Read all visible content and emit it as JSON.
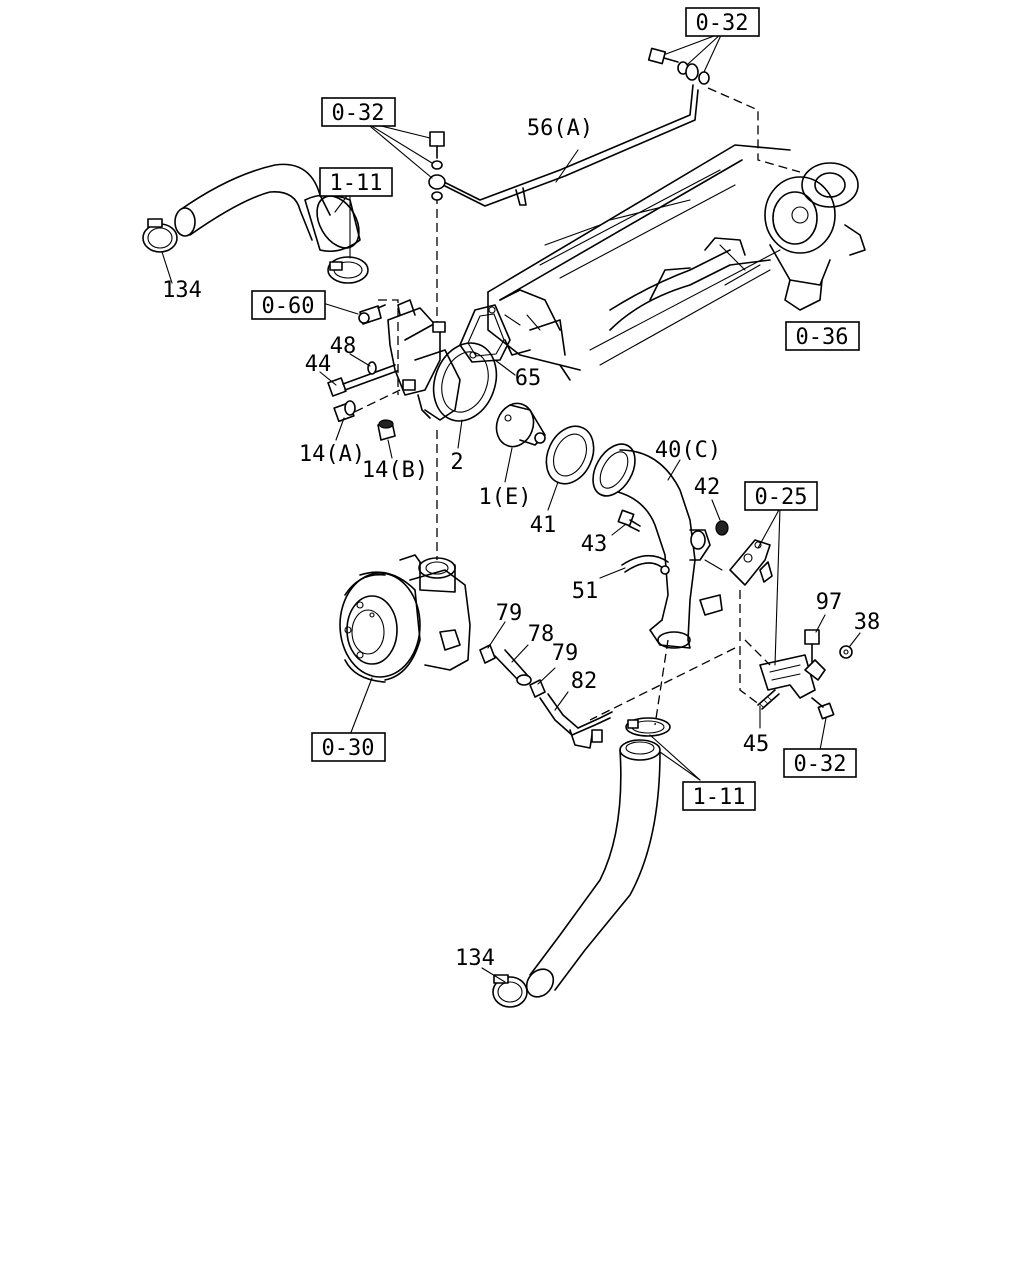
{
  "ref_boxes": {
    "b032_top": "0-32",
    "b032_left": "0-32",
    "b111_top": "1-11",
    "b060": "0-60",
    "b036": "0-36",
    "b025": "0-25",
    "b030": "0-30",
    "b111_bottom": "1-11",
    "b032_right": "0-32"
  },
  "part_labels": {
    "p56a": "56(A)",
    "p134_top": "134",
    "p48": "48",
    "p44": "44",
    "p65": "65",
    "p14a": "14(A)",
    "p14b": "14(B)",
    "p2": "2",
    "p1e": "1(E)",
    "p41": "41",
    "p40c": "40(C)",
    "p42": "42",
    "p43": "43",
    "p51": "51",
    "p97": "97",
    "p38": "38",
    "p79a": "79",
    "p78": "78",
    "p79b": "79",
    "p82": "82",
    "p45": "45",
    "p134_bottom": "134"
  }
}
